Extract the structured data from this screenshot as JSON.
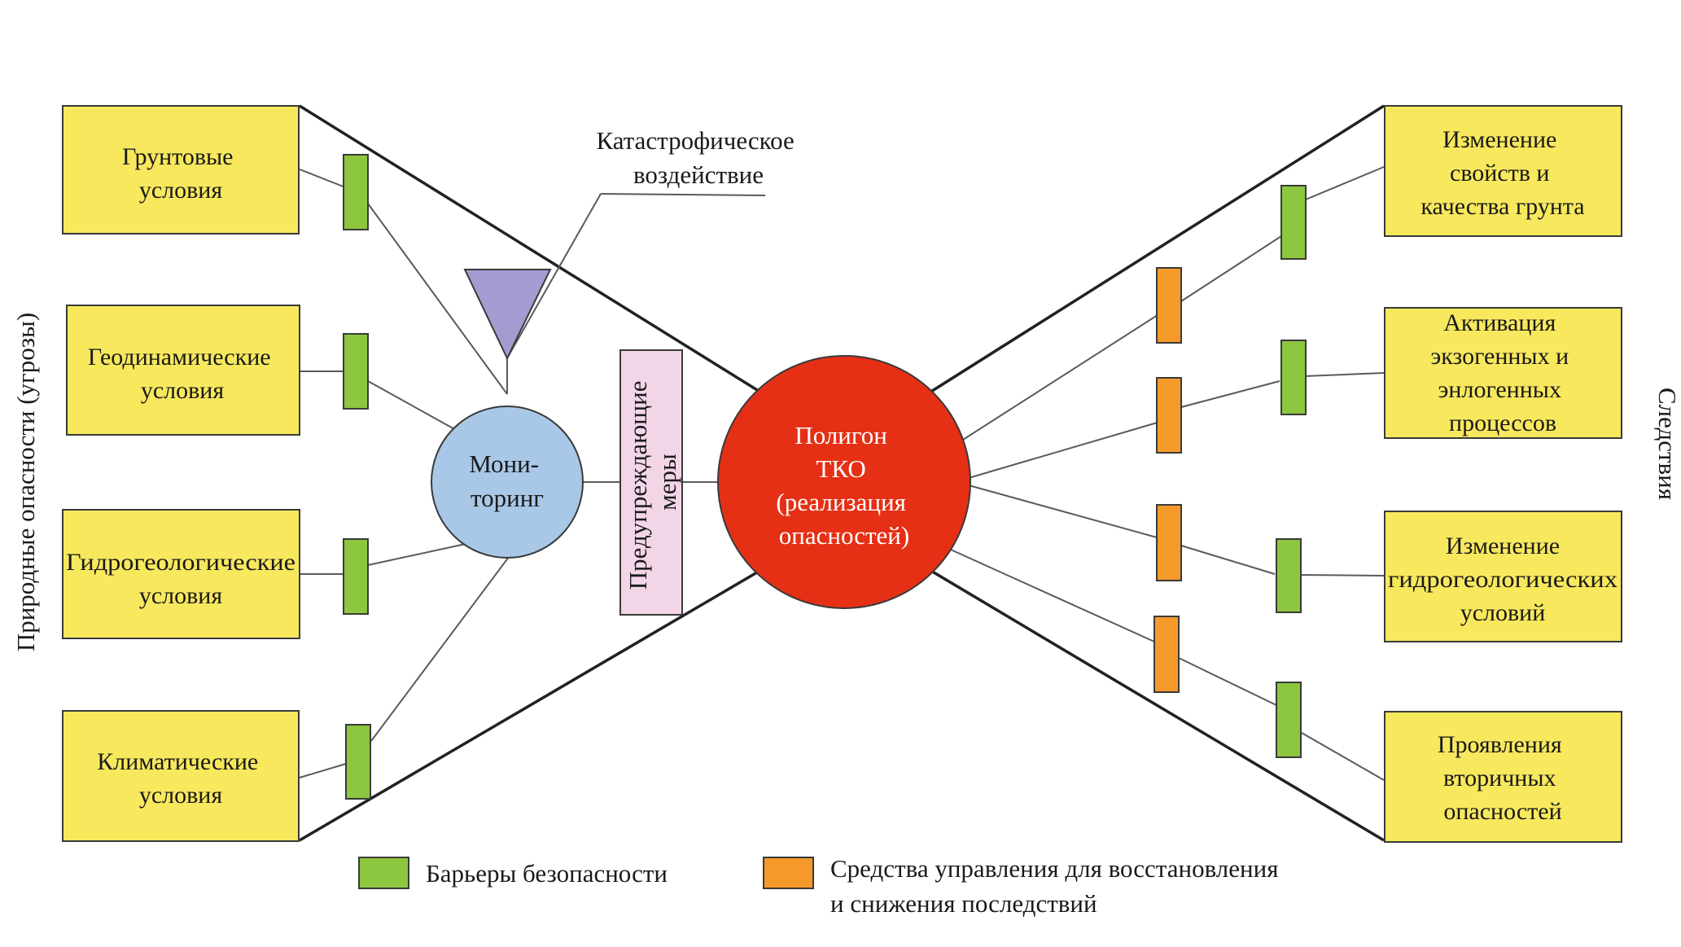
{
  "threats_label": "Природные опасности (угрозы)",
  "consequences_label": "Следствия",
  "threats": [
    {
      "lines": [
        "Грунтовые",
        "условия"
      ]
    },
    {
      "lines": [
        "Геодинамические",
        "условия"
      ]
    },
    {
      "lines": [
        "Гидрогеологические",
        "условия"
      ]
    },
    {
      "lines": [
        "Климатические",
        "условия"
      ]
    }
  ],
  "consequences": [
    {
      "lines": [
        "Изменение",
        "свойств и",
        "качества грунта"
      ]
    },
    {
      "lines": [
        "Активация",
        "экзогенных и",
        "энлогенных",
        "процессов"
      ]
    },
    {
      "lines": [
        "Изменение",
        "гидрогеологических",
        "условий"
      ]
    },
    {
      "lines": [
        "Проявления",
        "вторичных",
        "опасностей"
      ]
    }
  ],
  "monitoring": {
    "lines": [
      "Мони-",
      "торинг"
    ]
  },
  "catastrophic": {
    "lines": [
      "Катастрофическое",
      "воздействие"
    ]
  },
  "preventive": {
    "lines": [
      "Предупреждающие",
      "меры"
    ]
  },
  "center": {
    "lines": [
      "Полигон",
      "ТКО",
      "(реализация",
      "опасностей)"
    ]
  },
  "legend": {
    "barriers": "Барьеры безопасности",
    "controls_line1": "Средства управления для восстановления",
    "controls_line2": "и снижения последствий"
  },
  "colors": {
    "threat_box": "#f8e85e",
    "barrier": "#8dc63f",
    "control": "#f59a2a",
    "center_circle": "#e53015",
    "monitoring_circle": "#a9c8e8",
    "preventive_box": "#f3d5e8",
    "triangle": "#a49bd0"
  }
}
